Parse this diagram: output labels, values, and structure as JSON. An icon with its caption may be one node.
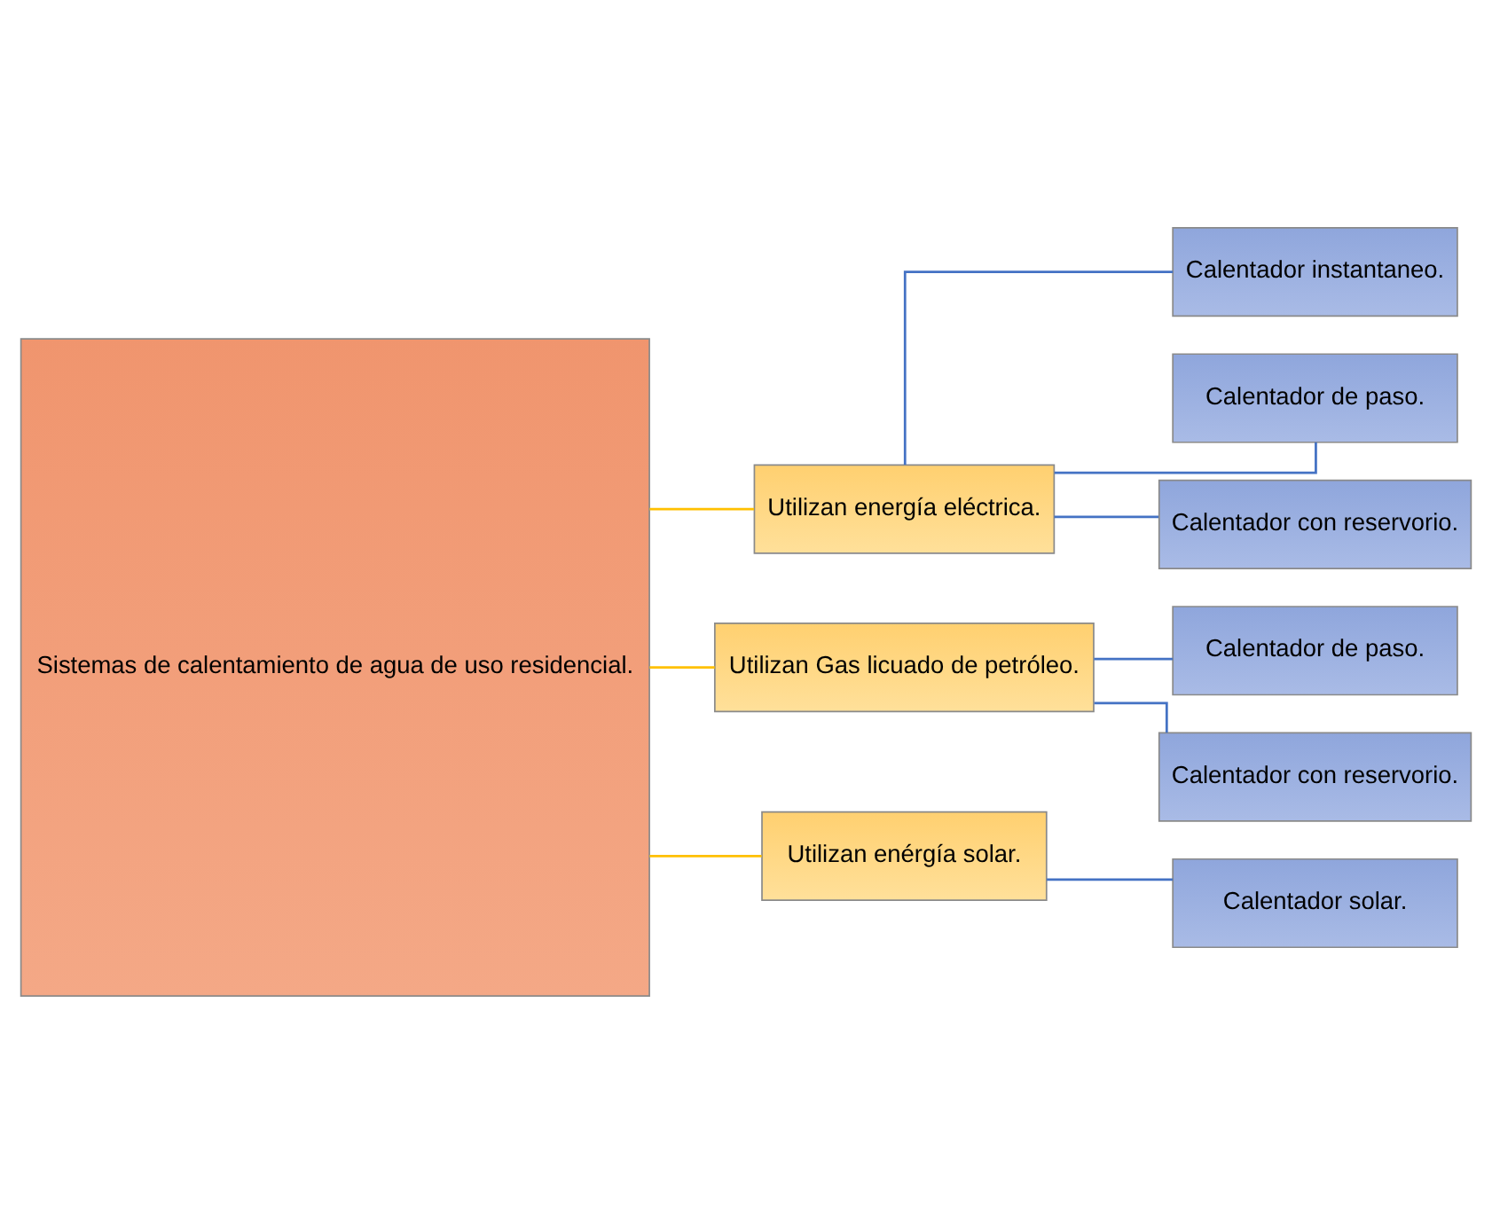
{
  "diagram": {
    "nodes": [
      {
        "text": [
          "Sistemas de calentamiento de agua de uso residencial."
        ]
      },
      {
        "text": [
          "Utilizan energía eléctrica."
        ]
      },
      {
        "text": [
          "Calentador instantaneo."
        ]
      },
      {
        "text": [
          "Calentador de paso."
        ]
      },
      {
        "text": [
          "Calentador con reservorio."
        ]
      },
      {
        "text": [
          "Utilizan Gas licuado de petróleo."
        ]
      },
      {
        "text": [
          "Calentador de paso."
        ]
      },
      {
        "text": [
          "Calentador con reservorio."
        ]
      },
      {
        "text": [
          "Utilizan enérgía solar."
        ]
      },
      {
        "text": [
          "Calentador solar."
        ]
      }
    ],
    "edges": [
      {
        "from": 0,
        "to": 1,
        "arrow": "none",
        "color": "#ffc000"
      },
      {
        "from": 0,
        "to": 5,
        "arrow": "none",
        "color": "#ffc000"
      },
      {
        "from": 0,
        "to": 8,
        "arrow": "none",
        "color": "#ffc000"
      },
      {
        "from": 1,
        "to": 2,
        "arrow": "none"
      },
      {
        "from": 1,
        "to": 3,
        "arrow": "none"
      },
      {
        "from": 1,
        "to": 4,
        "arrow": "none"
      },
      {
        "from": 5,
        "to": 6,
        "arrow": "none"
      },
      {
        "from": 5,
        "to": 7,
        "arrow": "none"
      },
      {
        "from": 8,
        "to": 9,
        "arrow": "none"
      }
    ]
  }
}
